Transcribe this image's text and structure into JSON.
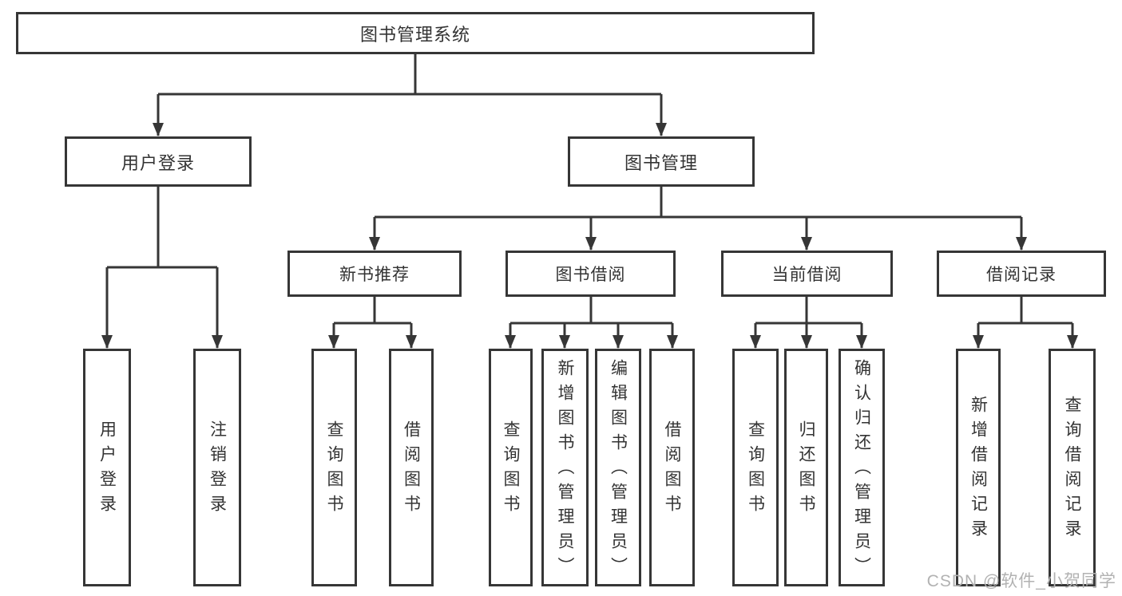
{
  "diagram": {
    "root": {
      "label": "图书管理系统"
    },
    "level2": {
      "user_login": "用户登录",
      "book_mgmt": "图书管理"
    },
    "level3": {
      "new_book_rec": "新书推荐",
      "book_borrow": "图书借阅",
      "current_borrow": "当前借阅",
      "borrow_records": "借阅记录"
    },
    "leaves": {
      "user_login": "用户登录",
      "logout": "注销登录",
      "query_book_1": "查询图书",
      "borrow_book_1": "借阅图书",
      "query_book_2": "查询图书",
      "add_book_admin": "新增图书（管理员）",
      "edit_book_admin": "编辑图书（管理员）",
      "borrow_book_2": "借阅图书",
      "query_book_3": "查询图书",
      "return_book": "归还图书",
      "confirm_return_admin": "确认归还（管理员）",
      "add_borrow_record": "新增借阅记录",
      "query_borrow_record": "查询借阅记录"
    }
  },
  "watermark": {
    "text": "CSDN @软件_小贺同学"
  },
  "colors": {
    "line": "#363636",
    "text": "#333333",
    "box_background": "#ffffff",
    "watermark": "#b2b2b2"
  }
}
